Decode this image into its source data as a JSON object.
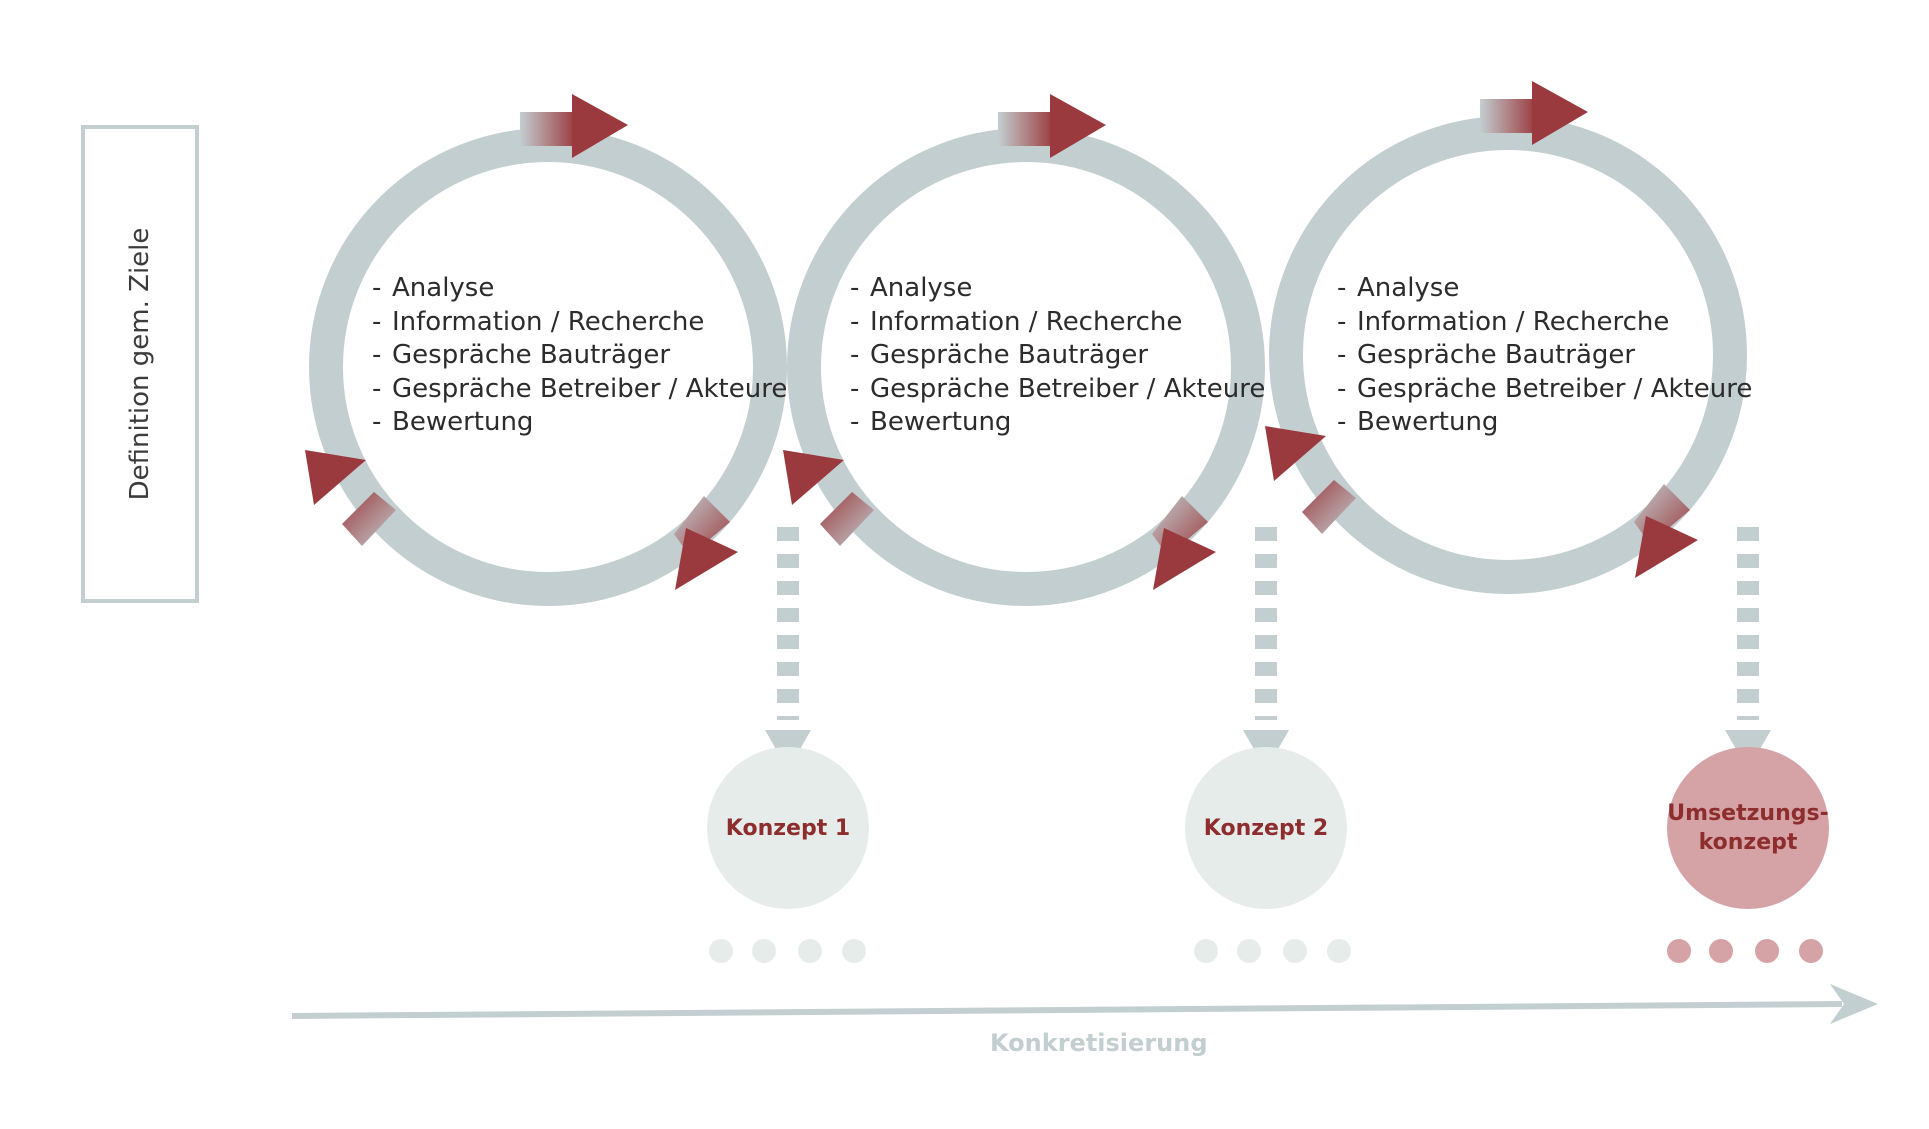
{
  "side_box": {
    "label": "Definition gem. Ziele"
  },
  "cycles": [
    {
      "items": [
        "Analyse",
        "Information / Recherche",
        "Gespräche Bauträger",
        "Gespräche Betreiber / Akteure",
        "Bewertung"
      ]
    },
    {
      "items": [
        "Analyse",
        "Information / Recherche",
        "Gespräche Bauträger",
        "Gespräche Betreiber / Akteure",
        "Bewertung"
      ]
    },
    {
      "items": [
        "Analyse",
        "Information / Recherche",
        "Gespräche Bauträger",
        "Gespräche Betreiber / Akteure",
        "Bewertung"
      ]
    }
  ],
  "list_bullet": "-",
  "outputs": [
    {
      "label": "Konzept 1"
    },
    {
      "label": "Konzept 2"
    },
    {
      "label": "Umsetzungs-\nkonzept"
    }
  ],
  "axis": {
    "label": "Konkretisierung"
  },
  "colors": {
    "ring_grey": "#c3ced0",
    "arrow_red": "#9b3a3e",
    "concept_fill": "#e6ecea",
    "final_fill": "#d5a3a6",
    "node_text": "#8e2d2d"
  }
}
